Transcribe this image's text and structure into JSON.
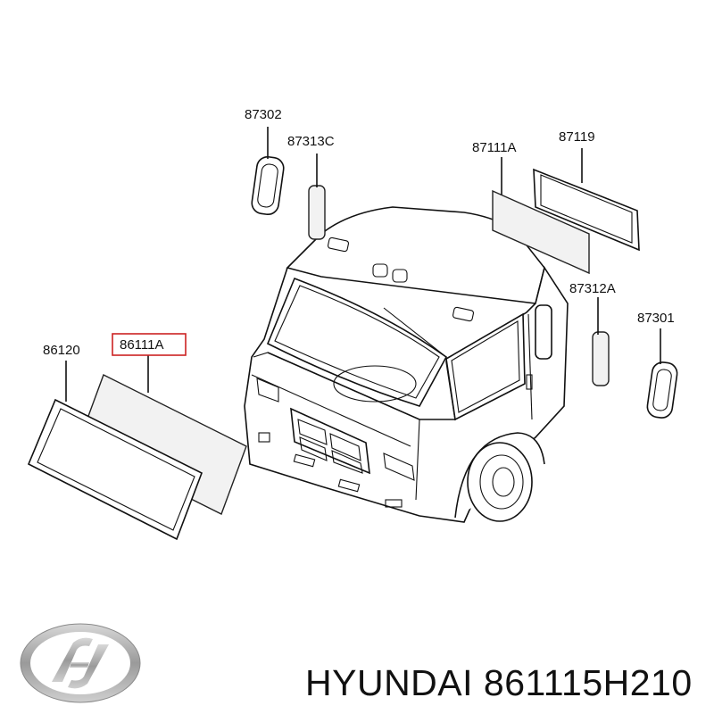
{
  "labels": {
    "p87302": "87302",
    "p87313C": "87313C",
    "p87111A": "87111A",
    "p87119": "87119",
    "p87312A": "87312A",
    "p87301": "87301",
    "p86120": "86120",
    "p86111A": "86111A"
  },
  "highlight_color": "#cc2222",
  "brand": {
    "logo": "hyundai-logo"
  },
  "footer": {
    "text": "HYUNDAI 861115H210"
  }
}
